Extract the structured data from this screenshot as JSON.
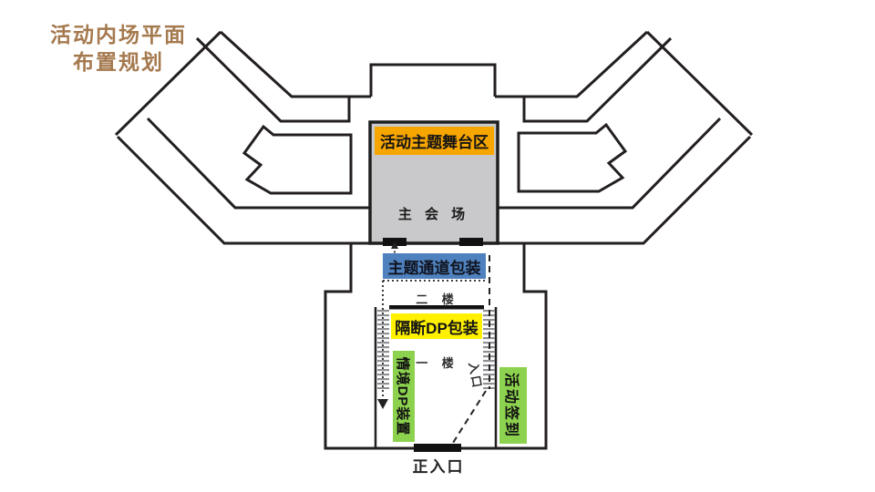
{
  "title": {
    "line1": "活动内场平面",
    "line2": "布置规划"
  },
  "plan": {
    "stage_area_label": "活动主题舞台区",
    "main_venue_label": "主 会 场",
    "corridor_label": "主题通道包装",
    "second_floor_label": "二 楼",
    "partition_label": "隔断DP包装",
    "first_floor_label": "一 楼",
    "scene_dp_label": "情境DP装置",
    "entrance_label": "入口",
    "checkin_label": "活动签到",
    "main_entrance_label": "正入口"
  },
  "colors": {
    "title_brown": "#a5794e",
    "wall_black": "#231f20",
    "venue_gray": "#c9c9cb",
    "stage_orange": "#f7a600",
    "corridor_blue": "#4e81bd",
    "partition_yellow": "#fff100",
    "zone_green": "#8cd24e",
    "stair_gray": "#8f9093"
  }
}
